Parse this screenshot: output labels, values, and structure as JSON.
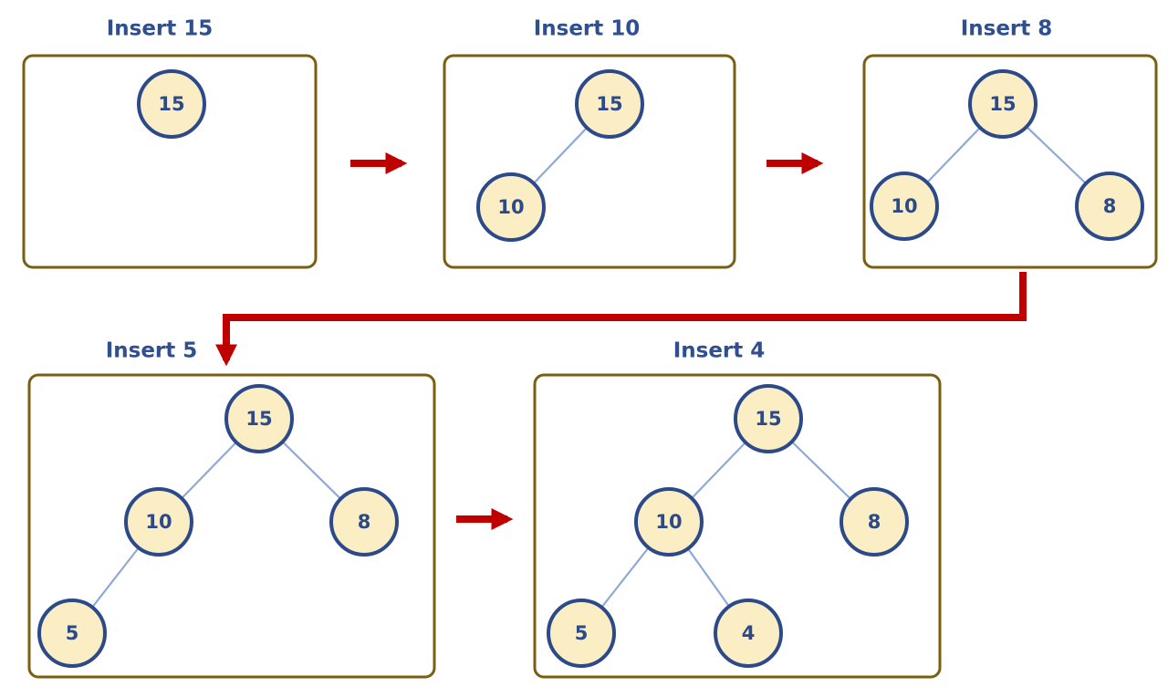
{
  "colors": {
    "title": "#2f4f8f",
    "panel_border": "#7a5f12",
    "node_fill": "#fbeec4",
    "node_stroke": "#2c4a8a",
    "node_text": "#2c4a8a",
    "edge": "#8fa9d6",
    "arrow": "#c00000"
  },
  "steps": [
    {
      "title": "Insert 15",
      "nodes": [
        {
          "id": "n15",
          "label": "15"
        }
      ],
      "edges": []
    },
    {
      "title": "Insert 10",
      "nodes": [
        {
          "id": "n15",
          "label": "15"
        },
        {
          "id": "n10",
          "label": "10"
        }
      ],
      "edges": [
        [
          "n15",
          "n10"
        ]
      ]
    },
    {
      "title": "Insert 8",
      "nodes": [
        {
          "id": "n15",
          "label": "15"
        },
        {
          "id": "n10",
          "label": "10"
        },
        {
          "id": "n8",
          "label": "8"
        }
      ],
      "edges": [
        [
          "n15",
          "n10"
        ],
        [
          "n15",
          "n8"
        ]
      ]
    },
    {
      "title": "Insert 5",
      "nodes": [
        {
          "id": "n15",
          "label": "15"
        },
        {
          "id": "n10",
          "label": "10"
        },
        {
          "id": "n8",
          "label": "8"
        },
        {
          "id": "n5",
          "label": "5"
        }
      ],
      "edges": [
        [
          "n15",
          "n10"
        ],
        [
          "n15",
          "n8"
        ],
        [
          "n10",
          "n5"
        ]
      ]
    },
    {
      "title": "Insert 4",
      "nodes": [
        {
          "id": "n15",
          "label": "15"
        },
        {
          "id": "n10",
          "label": "10"
        },
        {
          "id": "n8",
          "label": "8"
        },
        {
          "id": "n5",
          "label": "5"
        },
        {
          "id": "n4",
          "label": "4"
        }
      ],
      "edges": [
        [
          "n15",
          "n10"
        ],
        [
          "n15",
          "n8"
        ],
        [
          "n10",
          "n5"
        ],
        [
          "n10",
          "n4"
        ]
      ]
    }
  ]
}
